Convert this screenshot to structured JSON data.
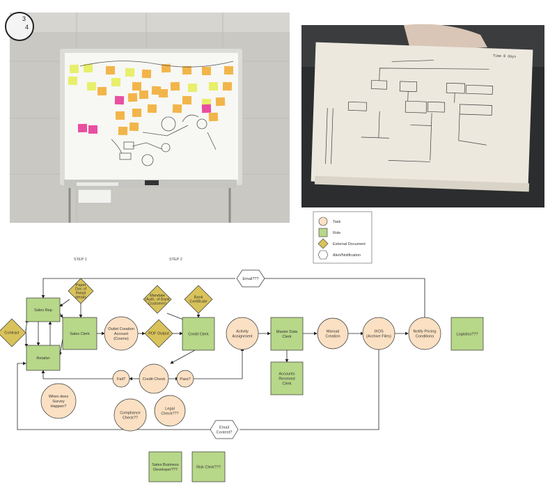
{
  "legend": [
    {
      "shape": "circle",
      "label": "Task"
    },
    {
      "shape": "rect",
      "label": "Role"
    },
    {
      "shape": "diamond",
      "label": "External Document"
    },
    {
      "shape": "hexagon",
      "label": "Alert/Notification"
    }
  ],
  "steps": [
    "STEP 1",
    "STEP 2"
  ],
  "colors": {
    "task": "#fbe0c3",
    "role": "#b7d789",
    "document": "#d8c25a",
    "alert": "#ffffff",
    "stroke": "#333333"
  },
  "nodes": {
    "sales_rep": [
      "Sales Rep"
    ],
    "retailer": [
      "Retailer"
    ],
    "sales_clerk": [
      "Sales Clerk"
    ],
    "contract": [
      "Contract"
    ],
    "paper_doc": [
      "Paper",
      "Doc of",
      "Retail",
      "details"
    ],
    "outlet_creation": [
      "Outlet Creation",
      "Account",
      "(Cosmo)"
    ],
    "pdf_output": [
      "PDF Output"
    ],
    "mandate": [
      "Mandate",
      "(Auth. of Bank",
      "Customer)"
    ],
    "bank_certificate": [
      "Bank",
      "Certificate"
    ],
    "credit_clerk": [
      "Credit Clerk"
    ],
    "credit_check": [
      "Credit Check"
    ],
    "fail": [
      "Fail?"
    ],
    "pass": [
      "Pass?"
    ],
    "activity_assignment": [
      "Activity",
      "Assignment"
    ],
    "master_data_clerk": [
      "Master Data",
      "Clerk"
    ],
    "accounts_received_clerk": [
      "Accounts",
      "Received",
      "Clerk"
    ],
    "manual_creation": [
      "Manual",
      "Creation"
    ],
    "ixos": [
      "IXOS",
      "(Archive Files)"
    ],
    "notify_pricing": [
      "Notify Pricing",
      "Conditions"
    ],
    "logistics": [
      "Logistics???"
    ],
    "email_top": [
      "Email???"
    ],
    "email_content": [
      "Email",
      "Content?"
    ],
    "survey": [
      "When does",
      "Survey",
      "Happen?"
    ],
    "compliance": [
      "Compliance",
      "Check??"
    ],
    "legal": [
      "Legal",
      "Check???"
    ],
    "sales_business_dev": [
      "Sales Business",
      "Developer???"
    ],
    "risk_clerk": [
      "Risk Clerk???"
    ]
  }
}
